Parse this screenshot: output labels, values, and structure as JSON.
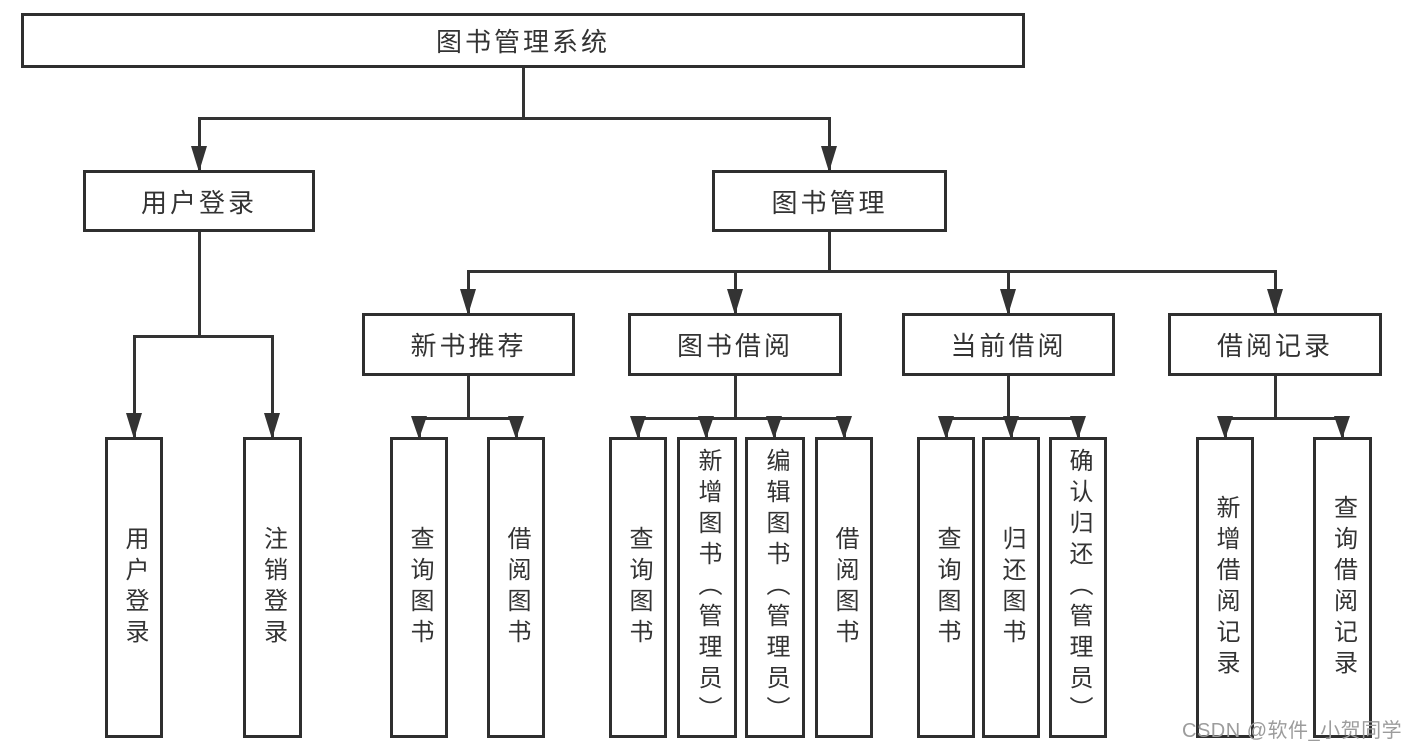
{
  "colors": {
    "line": "#333333",
    "box_border": "#2f2f2f",
    "box_background": "#ffffff",
    "text": "#333333",
    "watermark": "#9c9c9c"
  },
  "watermark": {
    "text": "CSDN @软件_小贺同学"
  },
  "tree": {
    "label": "图书管理系统",
    "children": [
      {
        "label": "用户登录",
        "children": [
          {
            "label": "用户登录"
          },
          {
            "label": "注销登录"
          }
        ]
      },
      {
        "label": "图书管理",
        "children": [
          {
            "label": "新书推荐",
            "children": [
              {
                "label": "查询图书"
              },
              {
                "label": "借阅图书"
              }
            ]
          },
          {
            "label": "图书借阅",
            "children": [
              {
                "label": "查询图书"
              },
              {
                "label": "新增图书（管理员）"
              },
              {
                "label": "编辑图书（管理员）"
              },
              {
                "label": "借阅图书"
              }
            ]
          },
          {
            "label": "当前借阅",
            "children": [
              {
                "label": "查询图书"
              },
              {
                "label": "归还图书"
              },
              {
                "label": "确认归还（管理员）"
              }
            ]
          },
          {
            "label": "借阅记录",
            "children": [
              {
                "label": "新增借阅记录"
              },
              {
                "label": "查询借阅记录"
              }
            ]
          }
        ]
      }
    ]
  }
}
